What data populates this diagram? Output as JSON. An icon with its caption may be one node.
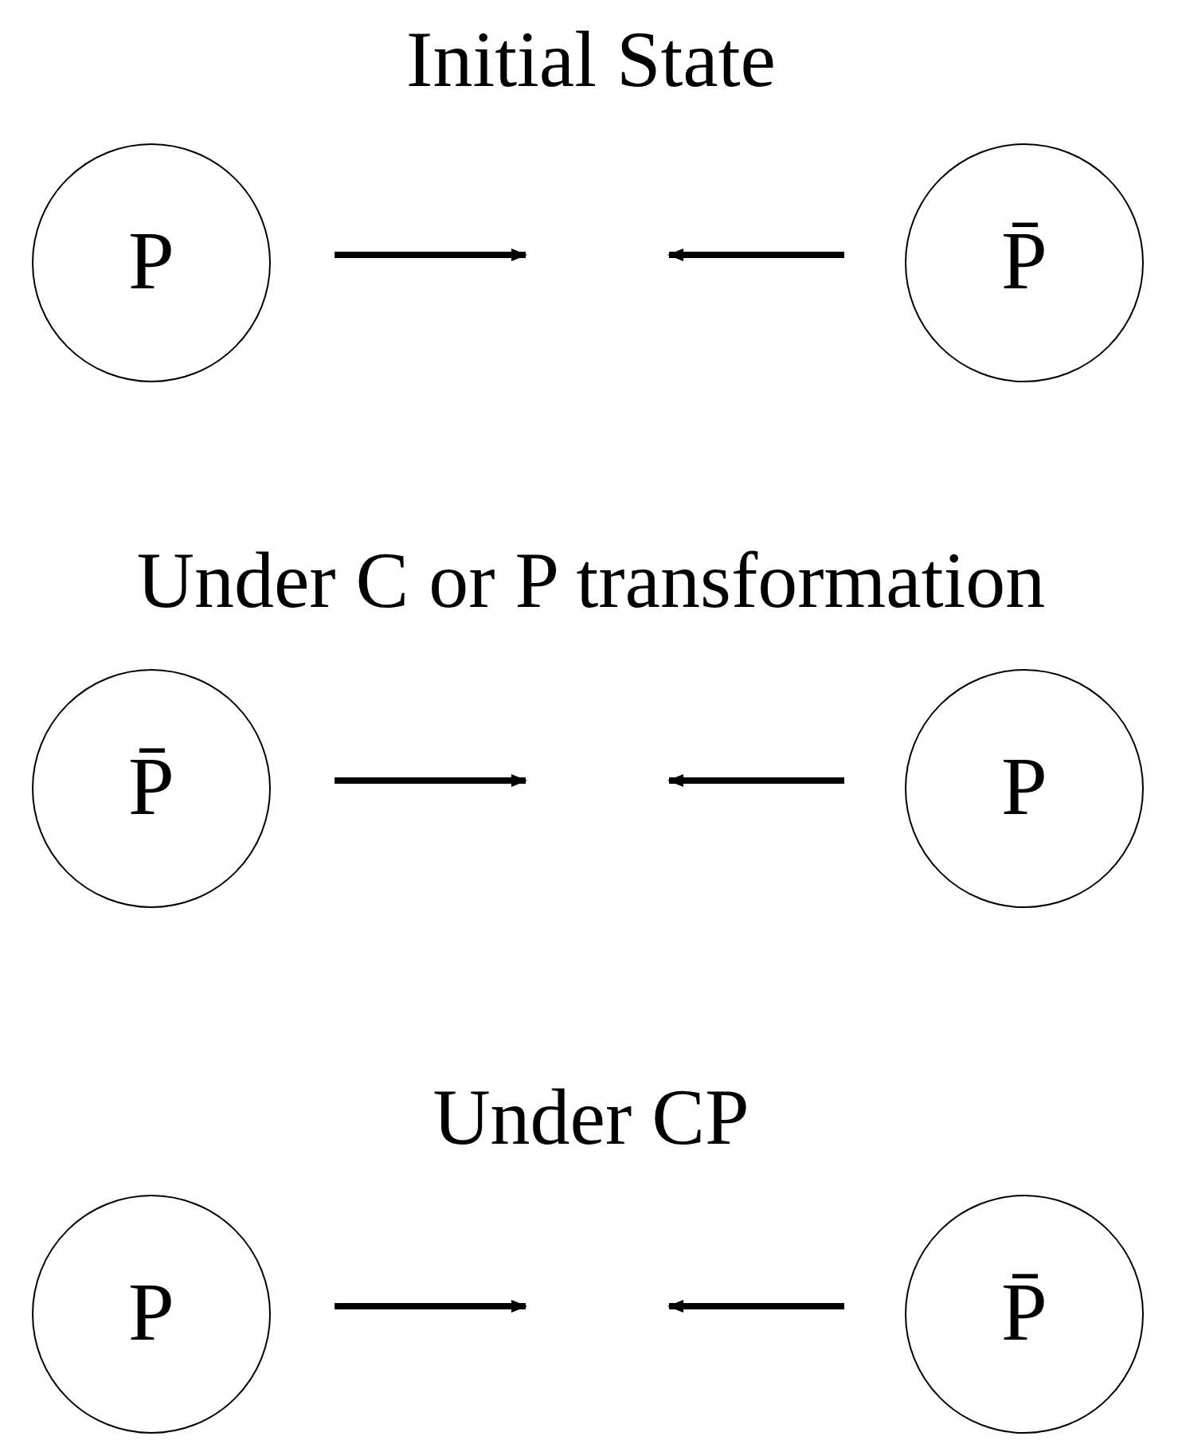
{
  "diagram": {
    "nodes": [
      {
        "text": [
          "P"
        ]
      },
      {
        "text": [
          "P̄"
        ]
      },
      {
        "text": [
          "P̄"
        ]
      },
      {
        "text": [
          "P"
        ]
      },
      {
        "text": [
          "P"
        ]
      },
      {
        "text": [
          "P̄"
        ]
      }
    ],
    "labels": [
      "Initial State",
      "Under C or P transformation",
      "Under CP"
    ]
  }
}
